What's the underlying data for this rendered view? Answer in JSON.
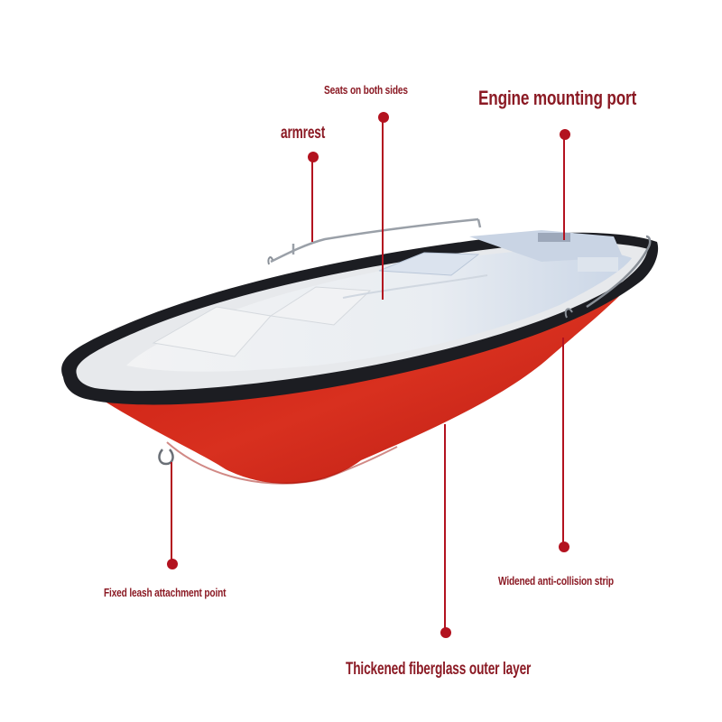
{
  "image": {
    "subject": "fiberglass boat",
    "colors": {
      "label_text": "#8b1a24",
      "callout": "#b3121f",
      "hull": "#d1251c",
      "interior": "#eef0f3",
      "bumper": "#1c1d22"
    }
  },
  "callouts": [
    {
      "id": "seats",
      "label": "Seats on both sides"
    },
    {
      "id": "engine",
      "label": "Engine mounting port"
    },
    {
      "id": "armrest",
      "label": "armrest"
    },
    {
      "id": "leash",
      "label": "Fixed leash attachment point"
    },
    {
      "id": "collision",
      "label": "Widened anti-collision strip"
    },
    {
      "id": "fiberglass",
      "label": "Thickened fiberglass outer layer"
    }
  ]
}
